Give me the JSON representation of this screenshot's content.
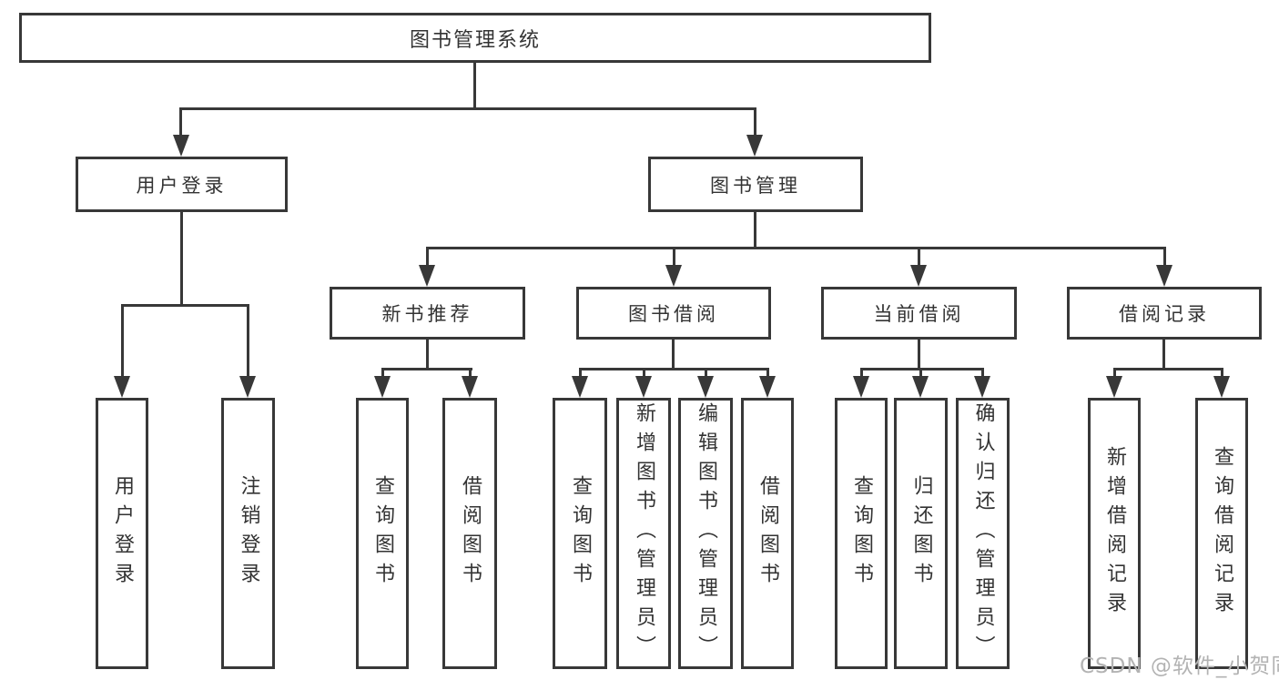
{
  "colors": {
    "line": "#383838",
    "text": "#333333",
    "watermark": "#b3b3b3",
    "background": "#ffffff"
  },
  "root": {
    "label": "图书管理系统"
  },
  "user_branch": {
    "label": "用户登录",
    "children": [
      {
        "label": "用户登录"
      },
      {
        "label": "注销登录"
      }
    ]
  },
  "mgmt_branch": {
    "label": "图书管理",
    "sections": [
      {
        "label": "新书推荐",
        "children": [
          {
            "label": "查询图书"
          },
          {
            "label": "借阅图书"
          }
        ]
      },
      {
        "label": "图书借阅",
        "children": [
          {
            "label": "查询图书"
          },
          {
            "label": "新增图书（管理员）"
          },
          {
            "label": "编辑图书（管理员）"
          },
          {
            "label": "借阅图书"
          }
        ]
      },
      {
        "label": "当前借阅",
        "children": [
          {
            "label": "查询图书"
          },
          {
            "label": "归还图书"
          },
          {
            "label": "确认归还（管理员）"
          }
        ]
      },
      {
        "label": "借阅记录",
        "children": [
          {
            "label": "新增借阅记录"
          },
          {
            "label": "查询借阅记录"
          }
        ]
      }
    ]
  },
  "watermark": {
    "text": "CSDN @软件_小贺同学"
  }
}
